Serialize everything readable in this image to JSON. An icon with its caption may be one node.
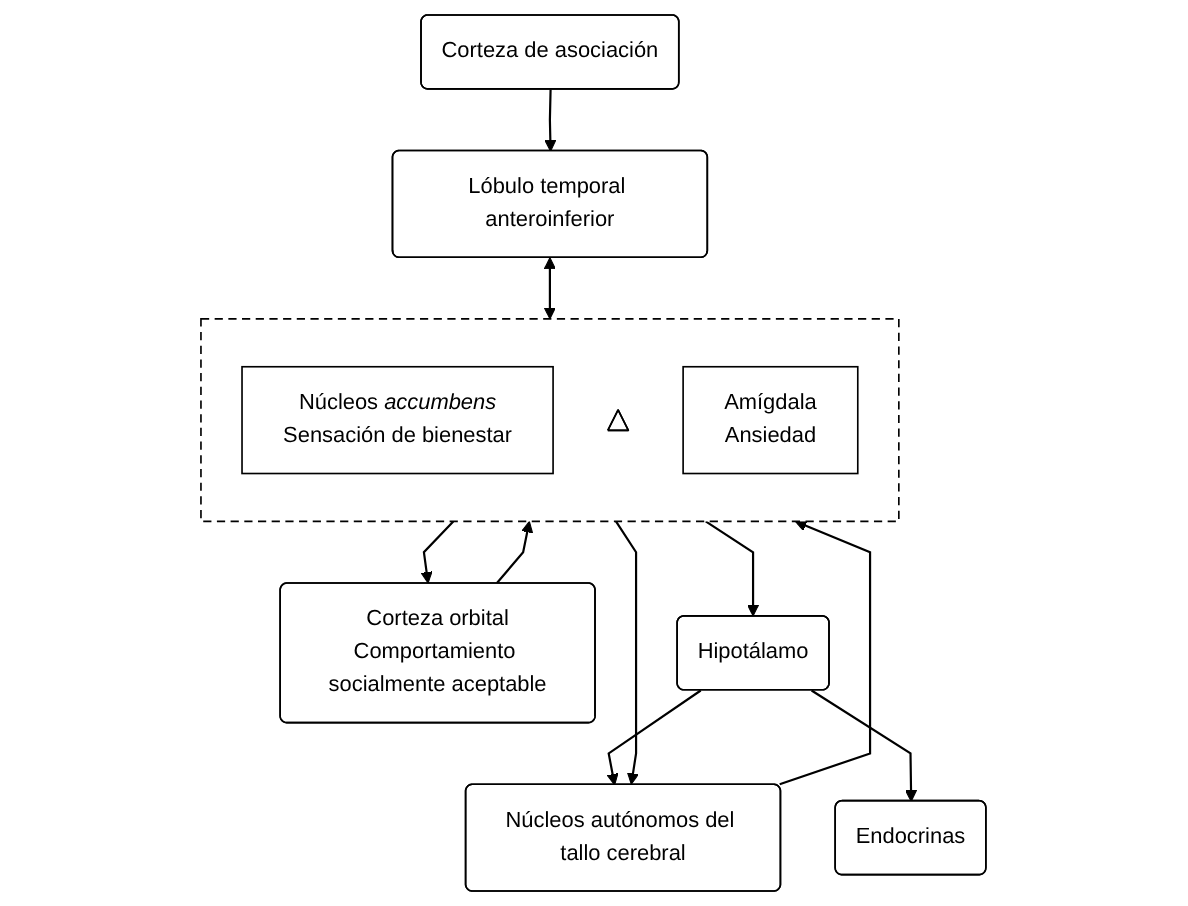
{
  "diagram": {
    "nodes": [
      {
        "text": [
          "Corteza orbital",
          "Comportamiento socialmente aceptable"
        ]
      },
      {
        "text": [],
        "shape": "box"
      },
      {
        "text": [
          "Núcleos *accumbens*",
          "Sensación de bienestar"
        ],
        "in": 1
      },
      {
        "text": [],
        "shape": "triangle",
        "in": 1
      },
      {
        "text": [
          "Amígdala",
          "Ansiedad"
        ],
        "in": 1
      },
      {
        "text": [
          "Hipotálamo"
        ]
      },
      {
        "text": [
          "Lóbulo temporal anteroinferior"
        ]
      },
      {
        "text": [
          "Núcleos autónomos del tallo cerebral"
        ]
      },
      {
        "text": [
          "Endocrinas"
        ]
      },
      {
        "text": [
          "Corteza de asociación"
        ]
      }
    ],
    "edges": [
      {
        "from": 0,
        "to": 1,
        "arrow": "to"
      },
      {
        "from": 1,
        "to": 0,
        "arrow": "to"
      },
      {
        "from": 1,
        "to": 5,
        "arrow": "to"
      },
      {
        "from": 7,
        "to": 1,
        "arrow": "to"
      },
      {
        "from": 1,
        "to": 7,
        "arrow": "to"
      },
      {
        "from": 5,
        "to": 7,
        "arrow": "to"
      },
      {
        "from": 5,
        "to": 8,
        "arrow": "to"
      },
      {
        "from": 1,
        "to": 6,
        "arrow": "both"
      },
      {
        "from": 9,
        "to": 6,
        "arrow": "to"
      }
    ]
  }
}
